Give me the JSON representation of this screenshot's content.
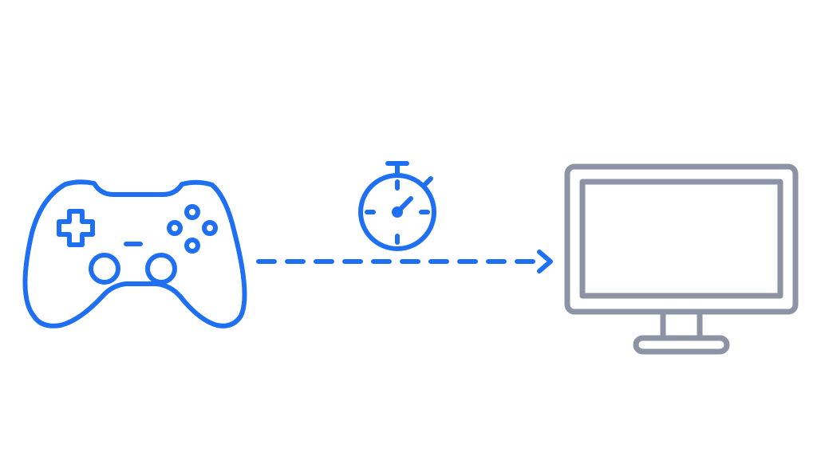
{
  "diagram": {
    "nodes": [
      {
        "id": "controller",
        "icon": "gamepad-icon"
      },
      {
        "id": "timer",
        "icon": "stopwatch-icon"
      },
      {
        "id": "display",
        "icon": "monitor-icon"
      }
    ],
    "edges": [
      {
        "from": "controller",
        "to": "display",
        "style": "dashed",
        "arrowhead": true,
        "annotation_icon": "stopwatch-icon"
      }
    ]
  },
  "colors": {
    "accent": "#1f6ff2",
    "monitor": "#8b93a5",
    "background": "#ffffff"
  }
}
